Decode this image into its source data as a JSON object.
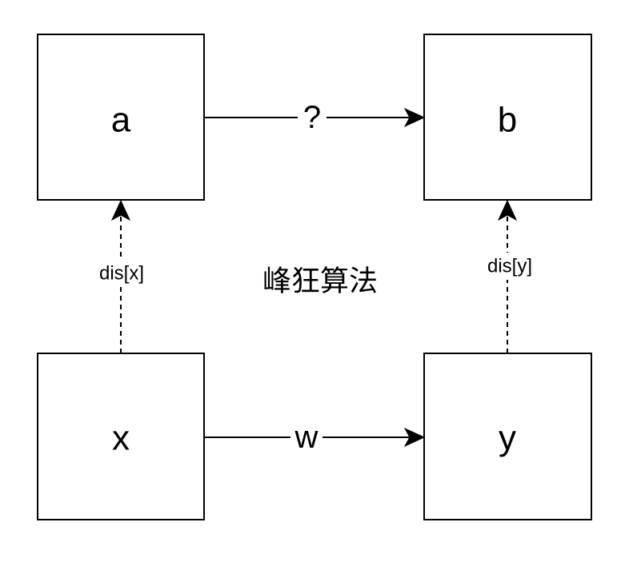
{
  "title": "峰狂算法",
  "nodes": {
    "a": {
      "label": "a"
    },
    "b": {
      "label": "b"
    },
    "x": {
      "label": "x"
    },
    "y": {
      "label": "y"
    }
  },
  "edges": {
    "a_to_b": {
      "label": "?"
    },
    "x_to_y": {
      "label": "w"
    },
    "x_to_a": {
      "label": "dis[x]"
    },
    "y_to_b": {
      "label": "dis[y]"
    }
  }
}
